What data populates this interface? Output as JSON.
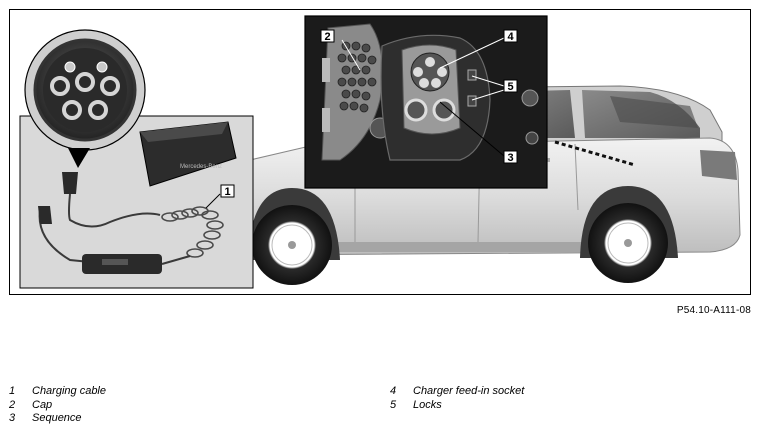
{
  "figure": {
    "callouts": {
      "c1": "1",
      "c2": "2",
      "c3": "3",
      "c4": "4",
      "c5": "5"
    },
    "figure_code": "P54.10-A111-08"
  },
  "legend": {
    "items": [
      {
        "num": "1",
        "label": "Charging cable"
      },
      {
        "num": "2",
        "label": "Cap"
      },
      {
        "num": "3",
        "label": "Sequence"
      },
      {
        "num": "4",
        "label": "Charger feed-in socket"
      },
      {
        "num": "5",
        "label": "Locks"
      }
    ]
  }
}
